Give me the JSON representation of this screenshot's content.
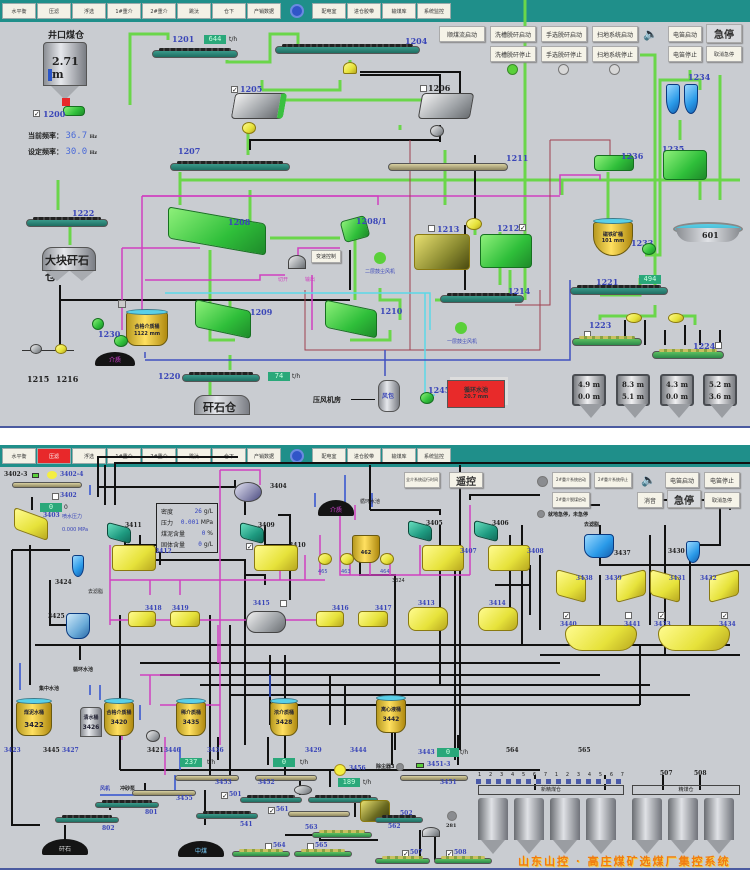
{
  "top_panel": {
    "nav": {
      "buttons": [
        "水平衡",
        "压滤",
        "浮选",
        "1#重介",
        "2#重介",
        "跳汰",
        "仓下",
        "产销数据"
      ],
      "buttons_right": [
        "配电室",
        "进仓胶带",
        "输煤库",
        "系统监控"
      ]
    },
    "controls": {
      "row1": [
        "顺煤流启动",
        "洗槽脱矸启动",
        "手选脱矸启动",
        "扫地系统启动"
      ],
      "row2": [
        "洗槽脱矸停止",
        "手选脱矸停止",
        "扫地系统停止"
      ],
      "right_row1": [
        "电笛启动",
        "急停"
      ],
      "right_row2": [
        "电笛停止",
        "取消急停"
      ],
      "lamps": [
        "on",
        "off",
        "off"
      ]
    },
    "shaft_bin": {
      "title": "井口煤仓",
      "level": "2.71 m"
    },
    "frequency": {
      "current_label": "当前频率：",
      "current_value": "36.7",
      "current_unit": "Hz",
      "set_label": "设定频率：",
      "set_value": "30.0",
      "set_unit": "Hz"
    },
    "equipment_labels": {
      "e1200": "1200",
      "e1201": "1201",
      "e1204": "1204",
      "e1205": "1205",
      "e1206": "1206",
      "e1207": "1207",
      "e1208": "1208",
      "e1208_1": "1208/1",
      "e1209": "1209",
      "e1210": "1210",
      "e1211": "1211",
      "e1212": "1212",
      "e1213": "1213",
      "e1214": "1214",
      "e1215": "1215",
      "e1216": "1216",
      "e1220": "1220",
      "e1221": "1221",
      "e1222": "1222",
      "e1223": "1223",
      "e1224": "1224",
      "e1230": "1230",
      "e1233": "1233",
      "e1234": "1234",
      "e1235": "1235",
      "e1236": "1236",
      "e1245": "1245",
      "e601": "601"
    },
    "rates": {
      "r1201": "644",
      "r1220": "74",
      "r1221": "494"
    },
    "rate_unit": "t/h",
    "texts": {
      "large_gangue_bin": "大块矸石仓",
      "gangue_bin": "矸石仓",
      "air_compressor": "压风机房",
      "air_tank": "风包",
      "circ_water": "循环水池",
      "circ_water_sub": "20.7 mm",
      "speed_ctrl": "变速控制",
      "fan2": "二层鼓尘风机",
      "fan1": "一层鼓尘风机",
      "medium_pile": "介质",
      "medium_bucket": "合格介质桶",
      "medium_bucket_sub": "1122 mm",
      "magnetite_bucket": "磁铁矿桶",
      "magnetite_sub": "101 mm",
      "cut": "切开",
      "out": "输出"
    },
    "bins": [
      {
        "upper": "4.9 m",
        "lower": "0.0 m"
      },
      {
        "upper": "8.3 m",
        "lower": "5.1 m"
      },
      {
        "upper": "4.3 m",
        "lower": "0.0 m"
      },
      {
        "upper": "5.2 m",
        "lower": "3.6 m"
      }
    ]
  },
  "bottom_panel": {
    "nav": {
      "buttons": [
        "水平衡",
        "压滤",
        "浮选",
        "1#重介",
        "2#重介",
        "跳汰",
        "仓下",
        "产销数据"
      ],
      "active": "压滤",
      "buttons_right": [
        "配电室",
        "进仓胶带",
        "输煤库",
        "系统监控"
      ]
    },
    "controls": {
      "run_time": "全介系统运行时间",
      "remote": "遥控",
      "row1": [
        "2#重介系统启动",
        "2#重介系统停止"
      ],
      "row2": [
        "2#重介脱煤启动"
      ],
      "right_row1": [
        "电笛启动",
        "电笛停止"
      ],
      "right_row2": [
        "消音",
        "急停",
        "取消急停"
      ],
      "estop_status": "就地急停，未急停",
      "to_filter": "去滤脂"
    },
    "water_pressure_label": "喷水压力",
    "water_pressure_value": "0.000",
    "water_pressure_unit": "MPa",
    "rate_3402": "0",
    "info_box": [
      {
        "label": "密度",
        "value": "26",
        "unit": "g/L"
      },
      {
        "label": "压力",
        "value": "0.001",
        "unit": "MPa"
      },
      {
        "label": "煤泥含量",
        "value": "0",
        "unit": "%"
      },
      {
        "label": "固体含量",
        "value": "0",
        "unit": "g/L"
      }
    ],
    "equipment_labels": {
      "e3402_3": "3402-3",
      "e3402_4": "3402-4",
      "e3402": "3402",
      "e3403": "3403",
      "e3404": "3404",
      "e3405": "3405",
      "e3406": "3406",
      "e3407": "3407",
      "e3408": "3408",
      "e3409": "3409",
      "e3410": "3410",
      "e3411": "3411",
      "e3412": "3412",
      "e3413": "3413",
      "e3414": "3414",
      "e3415": "3415",
      "e3416": "3416",
      "e3417": "3417",
      "e3418": "3418",
      "e3419": "3419",
      "e3420": "3420",
      "e3421": "3421",
      "e3422": "3422",
      "e3423": "3423",
      "e3424": "3424",
      "e3425": "3425",
      "e3426": "3426",
      "e3427": "3427",
      "e3428": "3428",
      "e3429": "3429",
      "e3430": "3430",
      "e3431": "3431",
      "e3432": "3432",
      "e3433": "3433",
      "e3434": "3434",
      "e3435": "3435",
      "e3436": "3436",
      "e3437": "3437",
      "e3438": "3438",
      "e3439": "3439",
      "e3440": "3440",
      "e3441": "3441",
      "e3442": "3442",
      "e3443": "3443",
      "e3444": "3444",
      "e3445": "3445",
      "e3446": "3446",
      "e3451": "3451",
      "e3451_3": "3451-3",
      "e3452": "3452",
      "e3453": "3453",
      "e3455": "3455",
      "e3456": "3456",
      "e3324": "3324",
      "e462": "462",
      "e463": "463",
      "e464": "464",
      "e465": "465",
      "e501": "501",
      "e502": "502",
      "e507a": "507",
      "e508a": "508",
      "e541": "541",
      "e561": "561",
      "e562": "562",
      "e563": "563",
      "e564a": "564",
      "e565a": "565",
      "e801": "801",
      "e802": "802",
      "e281": "281",
      "e564": "564",
      "e565": "565",
      "e507": "507",
      "e508": "508"
    },
    "texts": {
      "circ_water": "循环水池",
      "circ_water2": "循环水池",
      "central_pool": "集中水池",
      "to_filter": "去滤脂",
      "medium": "介质",
      "gangue": "矸石",
      "middlings": "中煤",
      "dust": "除尘器3",
      "blower": "风机",
      "compressor": "冲砂泵",
      "slime_tank": "煤泥水桶",
      "clean_tank": "清水桶",
      "qualified_medium": "合格介质桶",
      "dilute_medium": "稀介质桶",
      "thick_medium": "浓介质桶",
      "centrifuge": "离心液桶",
      "new_bin": "新精煤仓",
      "clean_bin": "精煤仓"
    },
    "silo_numbers": [
      "1",
      "2",
      "3",
      "4",
      "5",
      "6",
      "7",
      "1",
      "2",
      "3",
      "4",
      "5",
      "6",
      "7"
    ],
    "rates": {
      "r3435": "237",
      "r3428": "0",
      "r3443": "0",
      "r3456": "189"
    },
    "rate_unit": "t/h",
    "footer_title": "山东山控 · 高庄煤矿选煤厂集控系统"
  }
}
